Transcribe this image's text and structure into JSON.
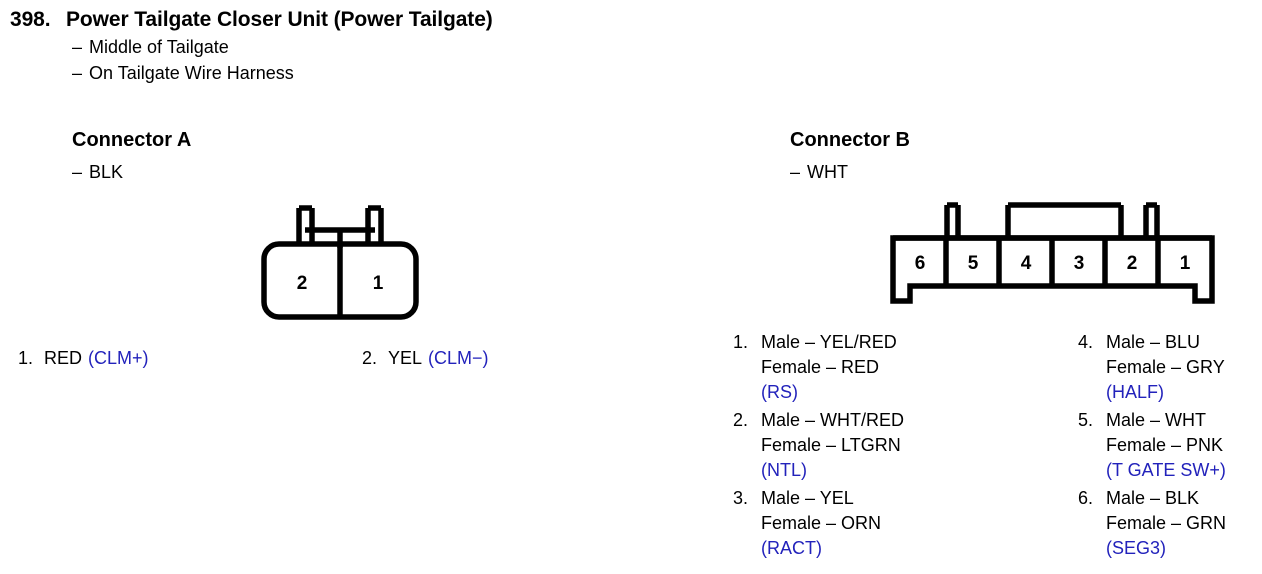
{
  "header": {
    "number": "398.",
    "title": "Power Tailgate Closer Unit (Power Tailgate)",
    "dash": "–",
    "location_lines": [
      "Middle of Tailgate",
      "On Tailgate Wire Harness"
    ]
  },
  "signal_color": "#2222bb",
  "connector_a": {
    "heading": "Connector A",
    "color_label": "BLK",
    "dash": "–",
    "cells": [
      "2",
      "1"
    ],
    "pins": [
      {
        "number": "1.",
        "wire": "RED",
        "signal": "(CLM+)"
      },
      {
        "number": "2.",
        "wire": "YEL",
        "signal": "(CLM−)"
      }
    ]
  },
  "connector_b": {
    "heading": "Connector B",
    "color_label": "WHT",
    "dash": "–",
    "cells": [
      "6",
      "5",
      "4",
      "3",
      "2",
      "1"
    ],
    "pins_left": [
      {
        "number": "1.",
        "male": "Male – YEL/RED",
        "female": "Female – RED",
        "signal": "(RS)"
      },
      {
        "number": "2.",
        "male": "Male – WHT/RED",
        "female": "Female – LTGRN",
        "signal": "(NTL)"
      },
      {
        "number": "3.",
        "male": "Male – YEL",
        "female": "Female – ORN",
        "signal": "(RACT)"
      }
    ],
    "pins_right": [
      {
        "number": "4.",
        "male": "Male – BLU",
        "female": "Female – GRY",
        "signal": "(HALF)"
      },
      {
        "number": "5.",
        "male": "Male – WHT",
        "female": "Female – PNK",
        "signal": "(T GATE SW+)"
      },
      {
        "number": "6.",
        "male": "Male – BLK",
        "female": "Female – GRN",
        "signal": "(SEG3)"
      }
    ]
  }
}
